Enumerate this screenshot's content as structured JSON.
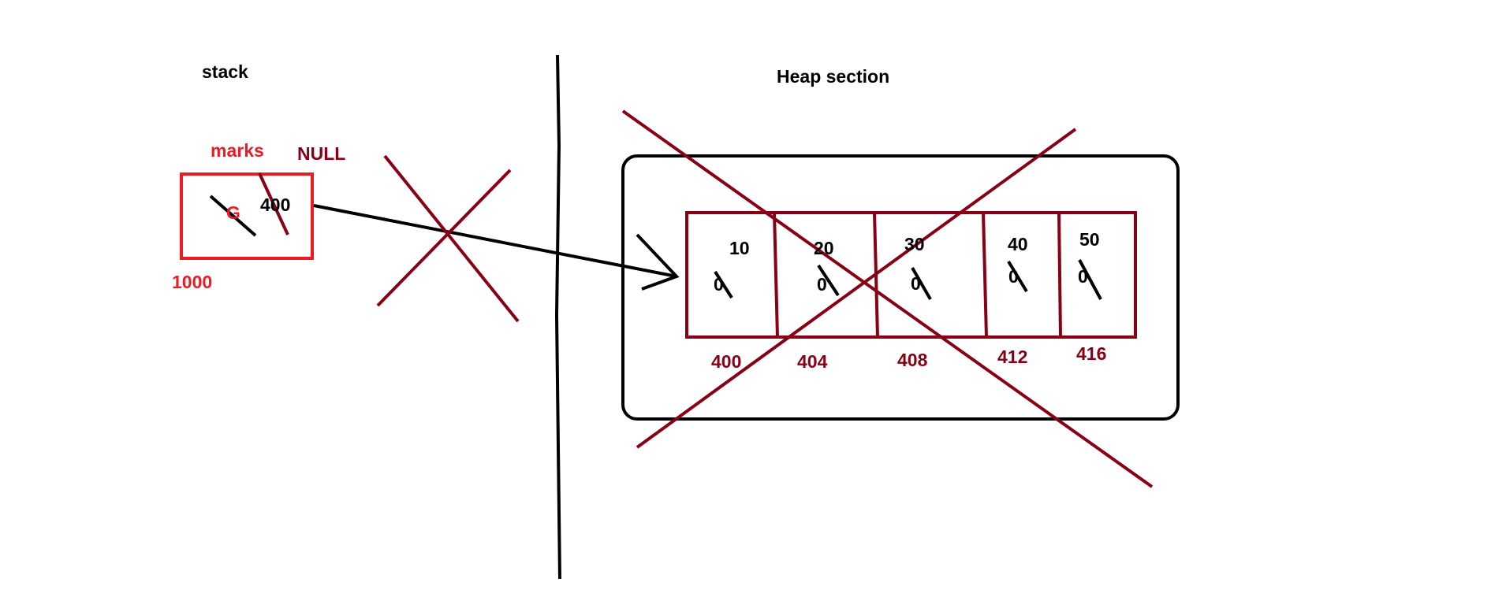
{
  "colors": {
    "red": "#ed1c24",
    "maroon": "#880015",
    "black": "#000000"
  },
  "stack": {
    "title": "stack",
    "variable_name": "marks",
    "variable_address": "1000",
    "old_value_crossed": "G",
    "pointer_value_crossed": "400",
    "new_value": "NULL"
  },
  "heap": {
    "title": "Heap section",
    "cells": [
      {
        "value": "10",
        "old_value": "0",
        "address": "400"
      },
      {
        "value": "20",
        "old_value": "0",
        "address": "404"
      },
      {
        "value": "30",
        "old_value": "0",
        "address": "408"
      },
      {
        "value": "40",
        "old_value": "0",
        "address": "412"
      },
      {
        "value": "50",
        "old_value": "0",
        "address": "416"
      }
    ],
    "deallocated": true
  }
}
